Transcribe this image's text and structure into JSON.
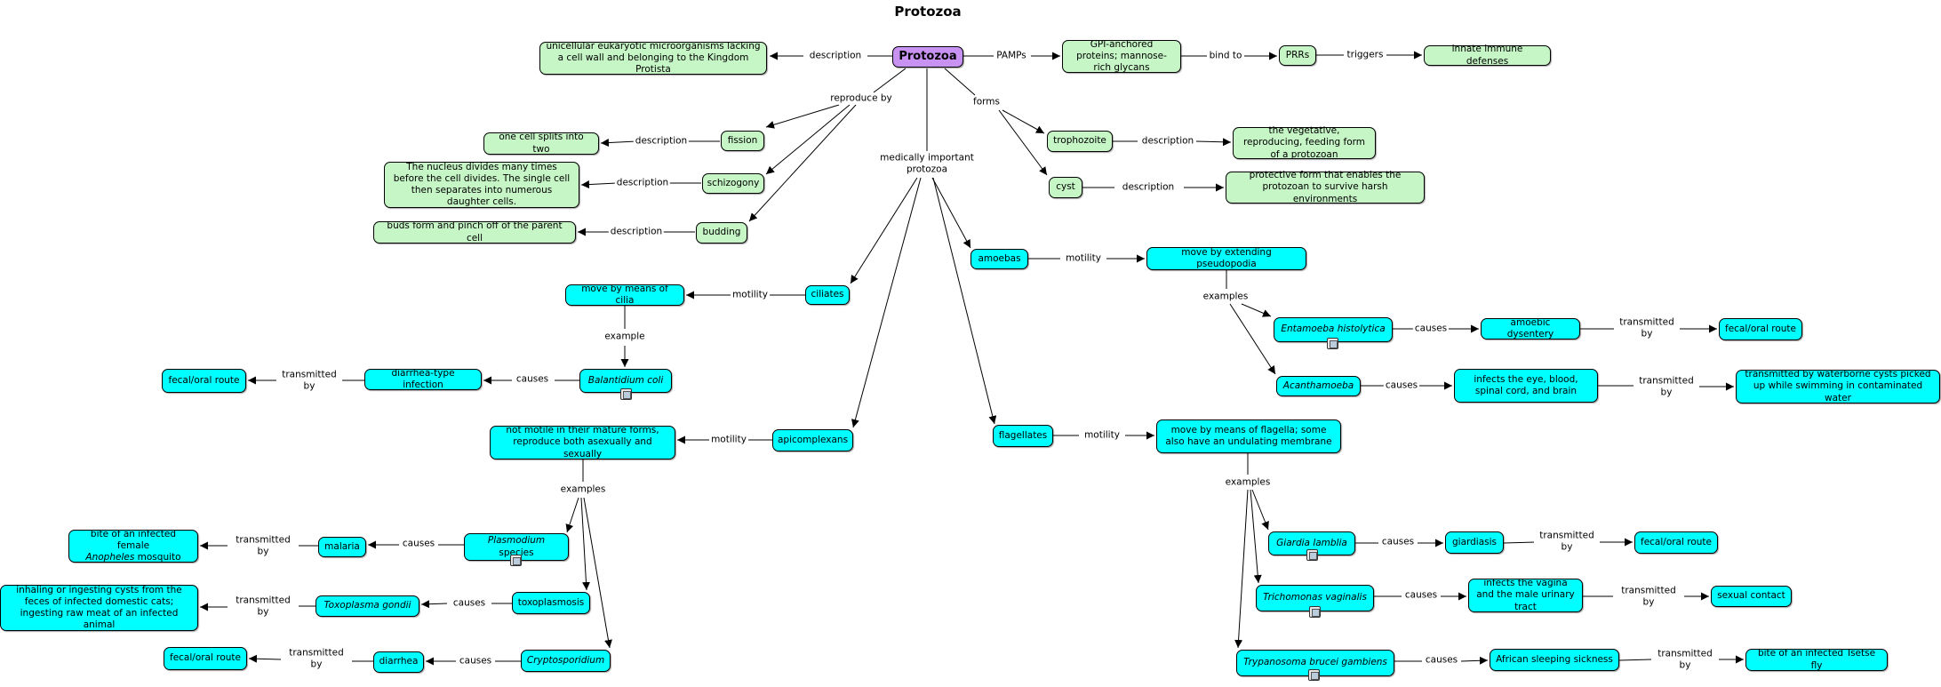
{
  "title": "Protozoa",
  "nodes": {
    "protozoa": "Protozoa",
    "protozoa_desc": "unicellular eukaryotic microorganisms lacking a cell wall and belonging to the Kingdom Protista",
    "gpi": "GPI-anchored proteins; mannose-rich glycans",
    "prrs": "PRRs",
    "innate": "innate immune defenses",
    "fission": "fission",
    "fission_desc": "one cell splits into two",
    "schizogony": "schizogony",
    "schizogony_desc": "The nucleus divides many times before the cell divides. The single cell then separates into numerous daughter cells.",
    "budding": "budding",
    "budding_desc": "buds form and pinch off of the parent cell",
    "trophozoite": "trophozoite",
    "trophozoite_desc": "the vegetative, reproducing, feeding form of a protozoan",
    "cyst": "cyst",
    "cyst_desc": "protective form that enables the protozoan to survive harsh environments",
    "ciliates": "ciliates",
    "cilia_motility": "move by means of cilia",
    "balantidium": "Balantidium coli",
    "diarrhea_infection": "diarrhea-type infection",
    "fecal1": "fecal/oral route",
    "amoebas": "amoebas",
    "pseudopodia": "move by extending pseudopodia",
    "entamoeba": "Entamoeba histolytica",
    "amoebic": "amoebic dysentery",
    "fecal2": "fecal/oral route",
    "acanthamoeba": "Acanthamoeba",
    "eye_infect": "infects the eye, blood, spinal cord, and brain",
    "waterborne": "transmitted by waterborne cysts picked up while swimming in contaminated water",
    "apicomplexans": "apicomplexans",
    "not_motile": "not motile in their mature forms, reproduce both asexually and sexually",
    "plasmodium_it": "Plasmodium",
    "plasmodium_rest": " species",
    "malaria": "malaria",
    "anopheles_a": "bite of an infected female",
    "anopheles_it": "Anopheles",
    "anopheles_b": " mosquito",
    "toxoplasmosis": "toxoplasmosis",
    "toxoplasma": "Toxoplasma gondii",
    "cats": "inhaling or ingesting cysts from the feces of infected domestic cats; ingesting raw meat of an infected animal",
    "cryptosporidium": "Cryptosporidium",
    "diarrhea": "diarrhea",
    "fecal3": "fecal/oral route",
    "flagellates": "flagellates",
    "flagella": "move by means of flagella; some also have an undulating membrane",
    "giardia": "Giardia lamblia",
    "giardiasis": "giardiasis",
    "fecal4": "fecal/oral route",
    "trichomonas": "Trichomonas vaginalis",
    "vagina": "infects the vagina and the male urinary tract",
    "sexual": "sexual contact",
    "trypanosoma": "Trypanosoma brucei gambiens",
    "sleeping": "African sleeping sickness",
    "tsetse": "bite of an infected Tsetse fly"
  },
  "links": {
    "description": "description",
    "pamps": "PAMPs",
    "bind_to": "bind to",
    "triggers": "triggers",
    "reproduce_by": "reproduce by",
    "forms": "forms",
    "medically_important": "medically important protozoa",
    "motility": "motility",
    "example": "example",
    "examples": "examples",
    "causes": "causes",
    "transmitted_by": "transmitted by"
  }
}
